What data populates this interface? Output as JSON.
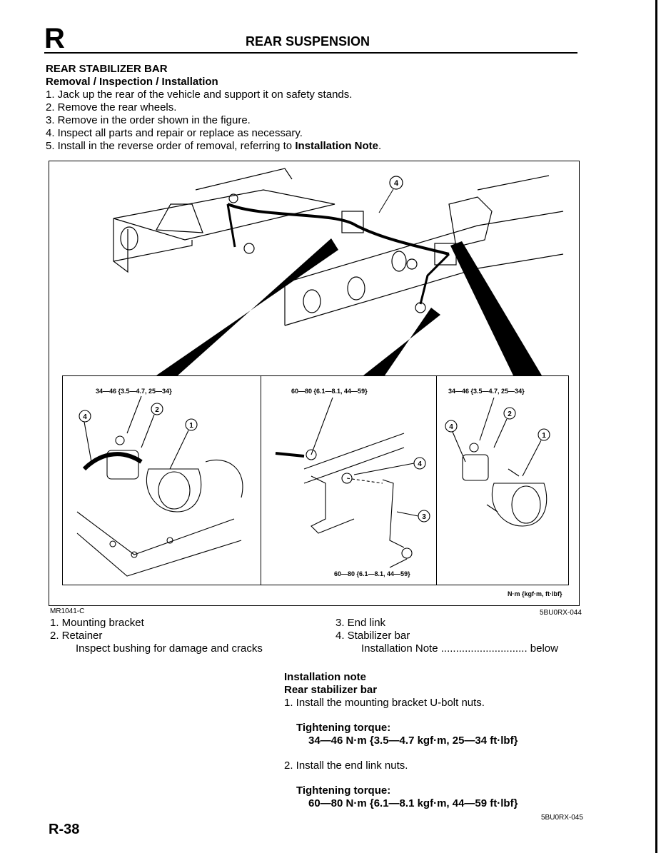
{
  "header": {
    "section_letter": "R",
    "title": "REAR SUSPENSION"
  },
  "section": {
    "title": "REAR STABILIZER BAR",
    "subtitle": "Removal / Inspection / Installation",
    "steps": [
      "1. Jack up the rear of the vehicle and support it on safety stands.",
      "2. Remove the rear wheels.",
      "3. Remove in the order shown in the figure.",
      "4. Inspect all parts and repair or replace as necessary."
    ],
    "step5_prefix": "5. Install in the reverse order of removal, referring to ",
    "step5_bold": "Installation Note",
    "step5_suffix": "."
  },
  "figure": {
    "inset1_torque": "34—46 {3.5—4.7, 25—34}",
    "inset2_torque_top": "60—80 {6.1—8.1, 44—59}",
    "inset2_torque_bottom": "60—80 {6.1—8.1, 44—59}",
    "inset3_torque": "34—46 {3.5—4.7, 25—34}",
    "units": "N·m {kgf·m, ft·lbf}",
    "callouts": [
      "1",
      "2",
      "3",
      "4"
    ],
    "figure_code_left": "MR1041-C",
    "figure_code_right": "5BU0RX-044"
  },
  "legend": {
    "item1": "1. Mounting bracket",
    "item2": "2. Retainer",
    "item2_note": "Inspect bushing for damage and cracks",
    "item3": "3. End link",
    "item4": "4. Stabilizer bar",
    "item4_note_label": "Installation Note",
    "item4_note_dots": ".............................",
    "item4_note_ref": "below"
  },
  "installation_note": {
    "title": "Installation note",
    "subtitle": "Rear stabilizer bar",
    "step1": "1. Install the mounting bracket U-bolt nuts.",
    "torque1_label": "Tightening torque:",
    "torque1_value": "34—46 N·m {3.5—4.7 kgf·m, 25—34 ft·lbf}",
    "step2": "2. Install the end link nuts.",
    "torque2_label": "Tightening torque:",
    "torque2_value": "60—80 N·m {6.1—8.1 kgf·m, 44—59 ft·lbf}",
    "code": "5BU0RX-045"
  },
  "footer": {
    "page_number": "R-38"
  }
}
